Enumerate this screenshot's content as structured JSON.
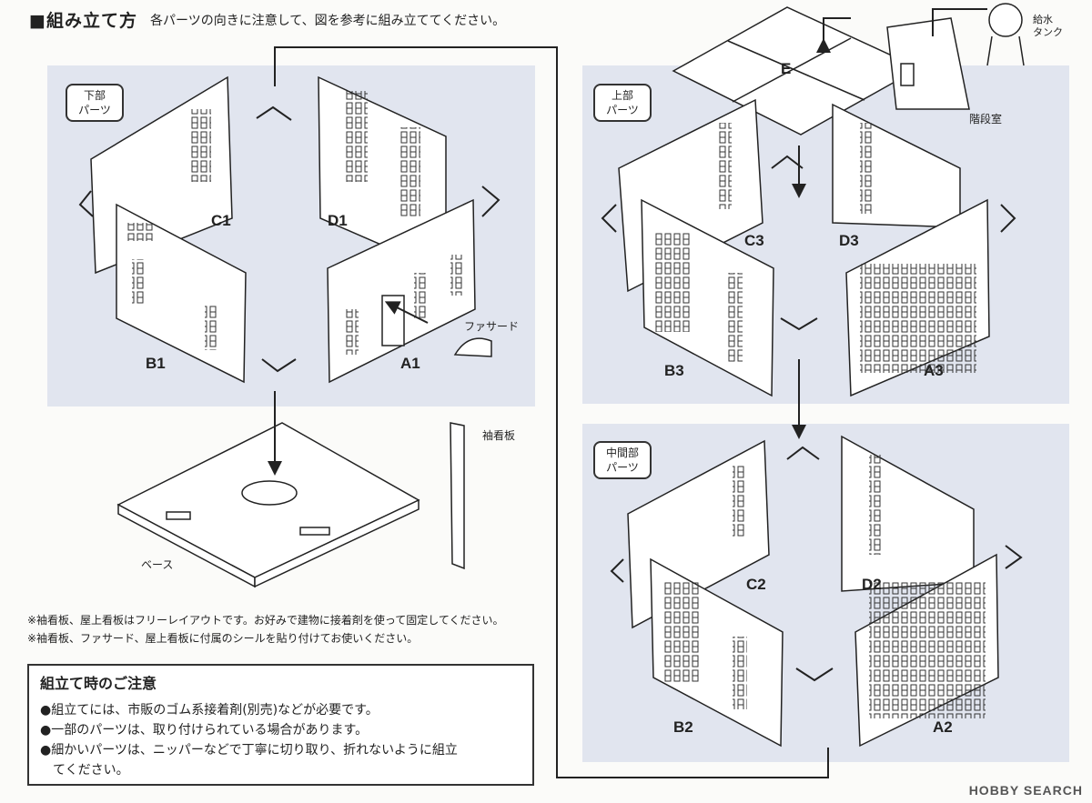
{
  "header": {
    "title": "■組み立て方",
    "description": "各パーツの向きに注意して、図を参考に組み立ててください。"
  },
  "groups": {
    "lower": "下部\nパーツ",
    "upper": "上部\nパーツ",
    "middle": "中間部\nパーツ"
  },
  "parts": {
    "a1": "A1",
    "b1": "B1",
    "c1": "C1",
    "d1": "D1",
    "a2": "A2",
    "b2": "B2",
    "c2": "C2",
    "d2": "D2",
    "a3": "A3",
    "b3": "B3",
    "c3": "C3",
    "d3": "D3",
    "e": "E"
  },
  "labels": {
    "facade": "ファサード",
    "base": "ベース",
    "sign": "袖看板",
    "stairs": "階段室",
    "water_tank": "給水\nタンク"
  },
  "notes": [
    "※袖看板、屋上看板はフリーレイアウトです。お好みで建物に接着剤を使って固定してください。",
    "※袖看板、ファサード、屋上看板に付属のシールを貼り付けてお使いください。"
  ],
  "caution": {
    "title": "組立て時のご注意",
    "lines": [
      "●組立てには、市販のゴム系接着剤(別売)などが必要です。",
      "●一部のパーツは、取り付けられている場合があります。",
      "●細かいパーツは、ニッパーなどで丁寧に切り取り、折れないように組立",
      "　てください。"
    ]
  },
  "watermark": "HOBBY SEARCH"
}
